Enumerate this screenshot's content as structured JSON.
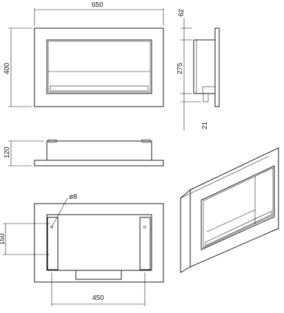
{
  "dimensions": {
    "front_width": "650",
    "front_height": "400",
    "side_top_depth": "62",
    "side_opening_height": "275",
    "side_bottom_offset": "21",
    "top_view_height": "120",
    "back_bracket_spacing": "150",
    "back_hole_diameter": "ø8",
    "back_bracket_width": "450"
  },
  "colors": {
    "line": "#111111",
    "face": "#ffffff",
    "shade": "#8a8a8a"
  }
}
